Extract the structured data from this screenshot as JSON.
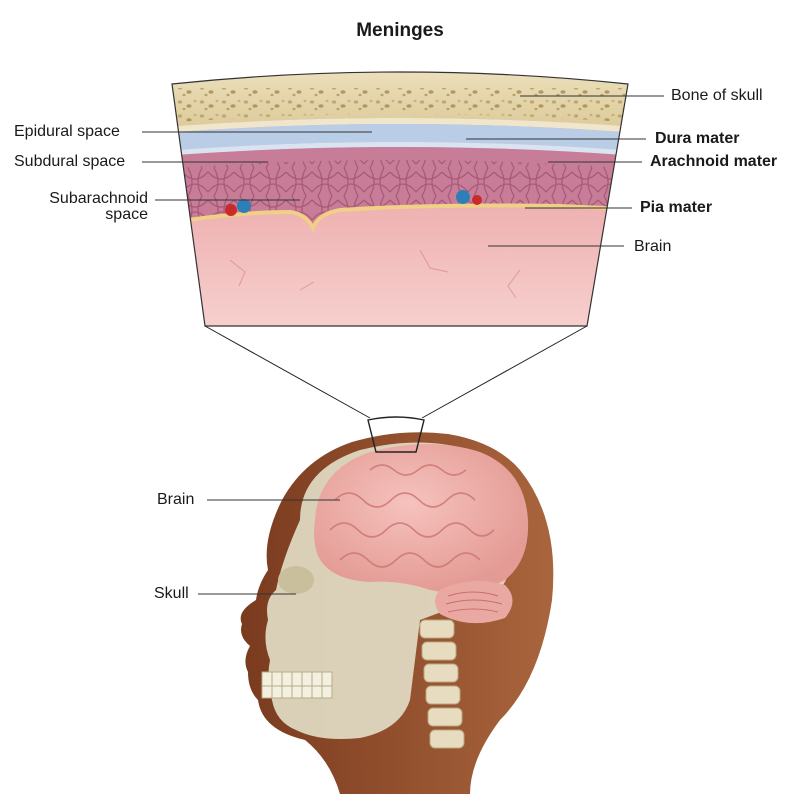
{
  "title": "Meninges",
  "labels": {
    "bone_of_skull": "Bone of skull",
    "epidural_space": "Epidural space",
    "dura_mater": "Dura mater",
    "subdural_space": "Subdural space",
    "arachnoid_mater": "Arachnoid mater",
    "subarachnoid_space_line1": "Subarachnoid",
    "subarachnoid_space_line2": "space",
    "pia_mater": "Pia mater",
    "brain_inset": "Brain",
    "brain_head": "Brain",
    "skull": "Skull"
  },
  "colors": {
    "bone": "#e6d8b0",
    "dura": "#b9cde6",
    "arachnoid": "#c97a92",
    "pia": "#f1d28c",
    "brain": "#e7999c",
    "skin": "#8a4a2a",
    "skull_bone": "#e2dcc4"
  }
}
